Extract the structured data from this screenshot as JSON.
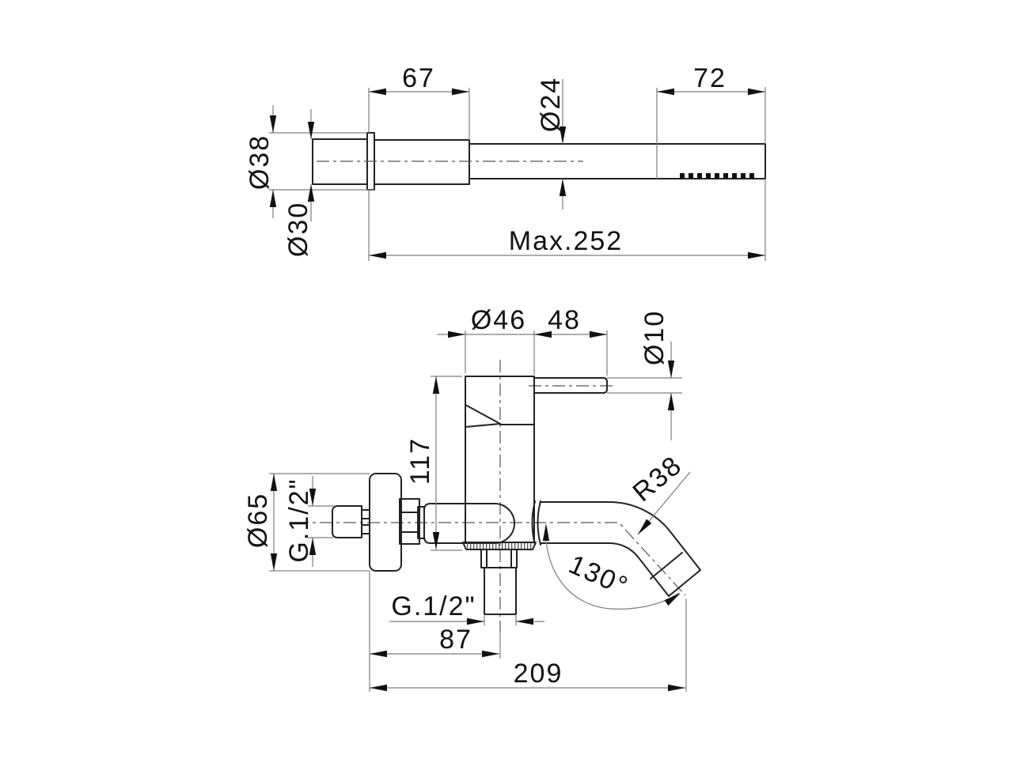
{
  "hand_shower": {
    "handle_length": "67",
    "head_length": "72",
    "wand_dia": "Ø24",
    "flange_dia": "Ø38",
    "cone_dia": "Ø30",
    "max_length": "Max.252"
  },
  "mixer": {
    "body_dia": "Ø46",
    "lever_reach": "48",
    "lever_dia": "Ø10",
    "body_height": "117",
    "escutcheon_dia": "Ø65",
    "wall_thread": "G.1/2\"",
    "spout_radius": "R38",
    "spout_angle": "130°",
    "outlet_thread": "G.1/2\"",
    "outlet_offset": "87",
    "total_reach": "209"
  },
  "colors": {
    "background": "#ffffff",
    "object_line": "#222222",
    "dimension_line": "#7d7d7d",
    "text": "#111111"
  }
}
